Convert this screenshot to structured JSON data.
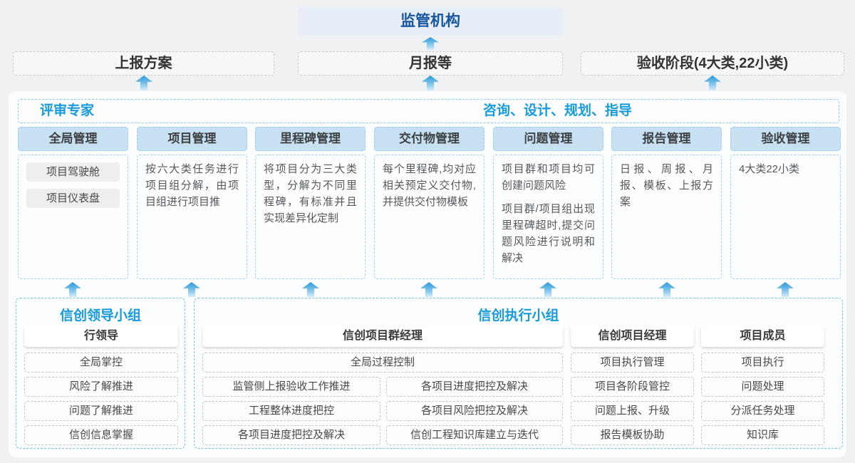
{
  "colors": {
    "accent_blue": "#189bdd",
    "deep_blue": "#1556a0",
    "regulator_box_bg": "#e8eef7",
    "column_header_bg": "#c8e1f2",
    "blue_dash_border": "#8fc9ec",
    "gray_dash_border": "#c6c8ca",
    "arrow_blue": "#2c99d8",
    "page_bg": "#f0f1f2"
  },
  "icons": {
    "arrow_up": "up-arrow"
  },
  "top": {
    "regulator": "监管机构",
    "outputs": [
      "上报方案",
      "月报等",
      "验收阶段(4大类,22小类)"
    ]
  },
  "platform": {
    "left_role": "评审专家",
    "right_role": "咨询、设计、规划、指导",
    "columns": [
      {
        "title": "全局管理",
        "chips": [
          "项目驾驶舱",
          "项目仪表盘"
        ]
      },
      {
        "title": "项目管理",
        "paragraphs": [
          "按六大类任务进行项目组分解，由项目组进行项目推"
        ]
      },
      {
        "title": "里程碑管理",
        "paragraphs": [
          "将项目分为三大类型，分解为不同里程碑，有标准并且实现差异化定制"
        ]
      },
      {
        "title": "交付物管理",
        "paragraphs": [
          "每个里程碑,均对应相关预定义交付物,并提供交付物模板"
        ]
      },
      {
        "title": "问题管理",
        "paragraphs": [
          "项目群和项目均可创建问题风险",
          "项目群/项目组出现里程碑超时,提交问题风险进行说明和解决"
        ]
      },
      {
        "title": "报告管理",
        "paragraphs": [
          "日报、周报、月报、模板、上报方案"
        ]
      },
      {
        "title": "验收管理",
        "paragraphs": [
          "4大类22小类"
        ]
      }
    ]
  },
  "groups": {
    "leader": {
      "title": "信创领导小组",
      "role": "行领导",
      "items": [
        "全局掌控",
        "风险了解推进",
        "问题了解推进",
        "信创信息掌握"
      ]
    },
    "exec": {
      "title": "信创执行小组",
      "pgm": {
        "role": "信创项目群经理",
        "full_item": "全局过程控制",
        "left_items": [
          "监管侧上报验收工作推进",
          "工程整体进度把控",
          "各项目进度把控及解决"
        ],
        "right_items": [
          "各项目进度把控及解决",
          "各项目风险把控及解决",
          "信创工程知识库建立与迭代"
        ]
      },
      "pm": {
        "role": "信创项目经理",
        "items": [
          "项目执行管理",
          "项目各阶段管控",
          "问题上报、升级",
          "报告模板协助"
        ]
      },
      "member": {
        "role": "项目成员",
        "items": [
          "项目执行",
          "问题处理",
          "分派任务处理",
          "知识库"
        ]
      }
    }
  }
}
